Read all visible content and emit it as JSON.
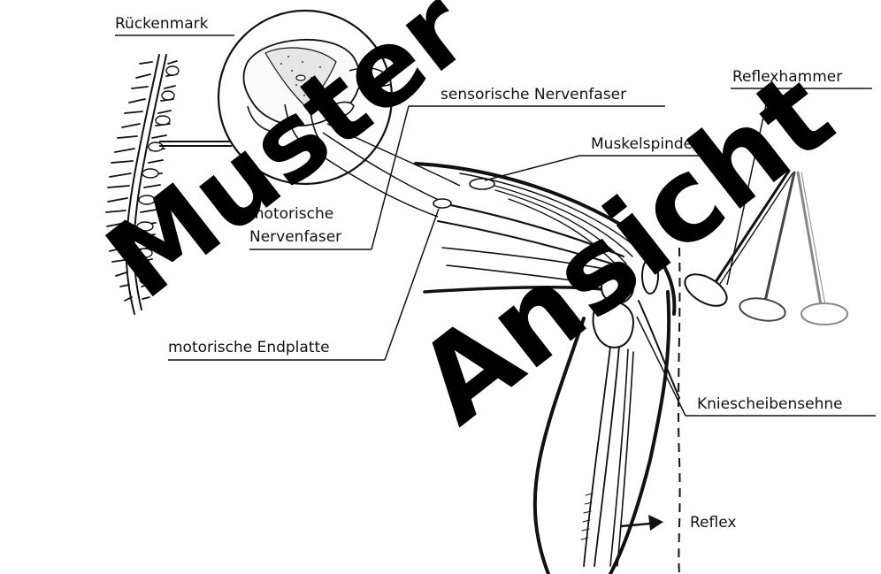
{
  "labels": {
    "rueckenmark": "Rückenmark",
    "sensorische_nervenfaser": "sensorische Nervenfaser",
    "muskelspindel": "Muskelspindel",
    "reflexhammer": "Reflexhammer",
    "motorische_nervenfaser_line1": "motorische",
    "motorische_nervenfaser_line2": "Nervenfaser",
    "motorische_endplatte": "motorische Endplatte",
    "kniescheibensehne": "Kniescheibensehne",
    "reflex": "Reflex"
  },
  "watermark": {
    "word1": "Muster",
    "word2": "Ansicht"
  },
  "colors": {
    "ink": "#111111",
    "watermark": "#000000",
    "background": "#ffffff"
  }
}
